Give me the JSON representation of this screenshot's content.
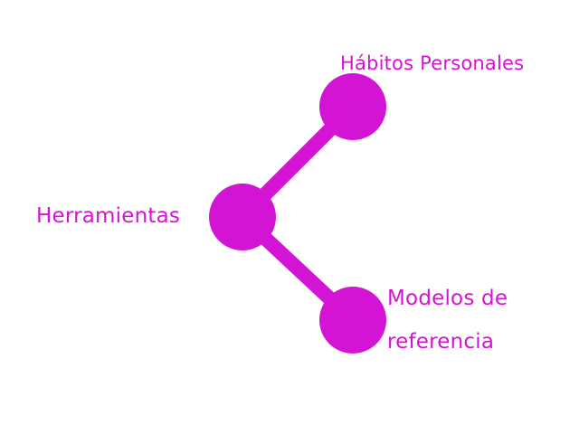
{
  "accent_color": "#d414d4",
  "diagram": {
    "center": {
      "label": "Herramientas"
    },
    "branches": [
      {
        "label": "Hábitos Personales"
      },
      {
        "label_line1": "Modelos de",
        "label_line2": "referencia"
      }
    ]
  }
}
